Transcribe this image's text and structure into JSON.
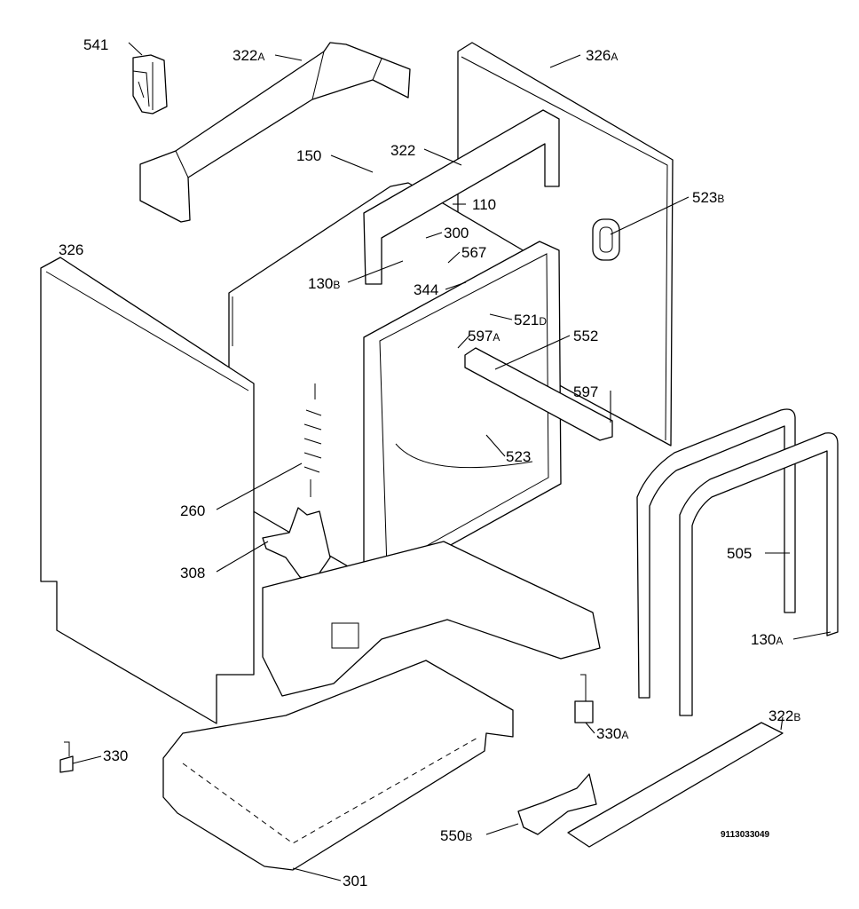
{
  "diagram": {
    "drawing_number": "9113033049",
    "labels": [
      {
        "id": "541",
        "main": "541",
        "suffix": ""
      },
      {
        "id": "322a",
        "main": "322",
        "suffix": "A"
      },
      {
        "id": "326a",
        "main": "326",
        "suffix": "A"
      },
      {
        "id": "150",
        "main": "150",
        "suffix": ""
      },
      {
        "id": "322",
        "main": "322",
        "suffix": ""
      },
      {
        "id": "110",
        "main": "110",
        "suffix": ""
      },
      {
        "id": "523b",
        "main": "523",
        "suffix": "B"
      },
      {
        "id": "326",
        "main": "326",
        "suffix": ""
      },
      {
        "id": "300",
        "main": "300",
        "suffix": ""
      },
      {
        "id": "567",
        "main": "567",
        "suffix": ""
      },
      {
        "id": "130b",
        "main": "130",
        "suffix": "B"
      },
      {
        "id": "344",
        "main": "344",
        "suffix": ""
      },
      {
        "id": "521d",
        "main": "521",
        "suffix": "D"
      },
      {
        "id": "597a",
        "main": "597",
        "suffix": "A"
      },
      {
        "id": "552",
        "main": "552",
        "suffix": ""
      },
      {
        "id": "597",
        "main": "597",
        "suffix": ""
      },
      {
        "id": "523",
        "main": "523",
        "suffix": ""
      },
      {
        "id": "260",
        "main": "260",
        "suffix": ""
      },
      {
        "id": "505",
        "main": "505",
        "suffix": ""
      },
      {
        "id": "308",
        "main": "308",
        "suffix": ""
      },
      {
        "id": "130a",
        "main": "130",
        "suffix": "A"
      },
      {
        "id": "330",
        "main": "330",
        "suffix": ""
      },
      {
        "id": "330a",
        "main": "330",
        "suffix": "A"
      },
      {
        "id": "322b",
        "main": "322",
        "suffix": "B"
      },
      {
        "id": "550b",
        "main": "550",
        "suffix": "B"
      },
      {
        "id": "301",
        "main": "301",
        "suffix": ""
      }
    ]
  }
}
